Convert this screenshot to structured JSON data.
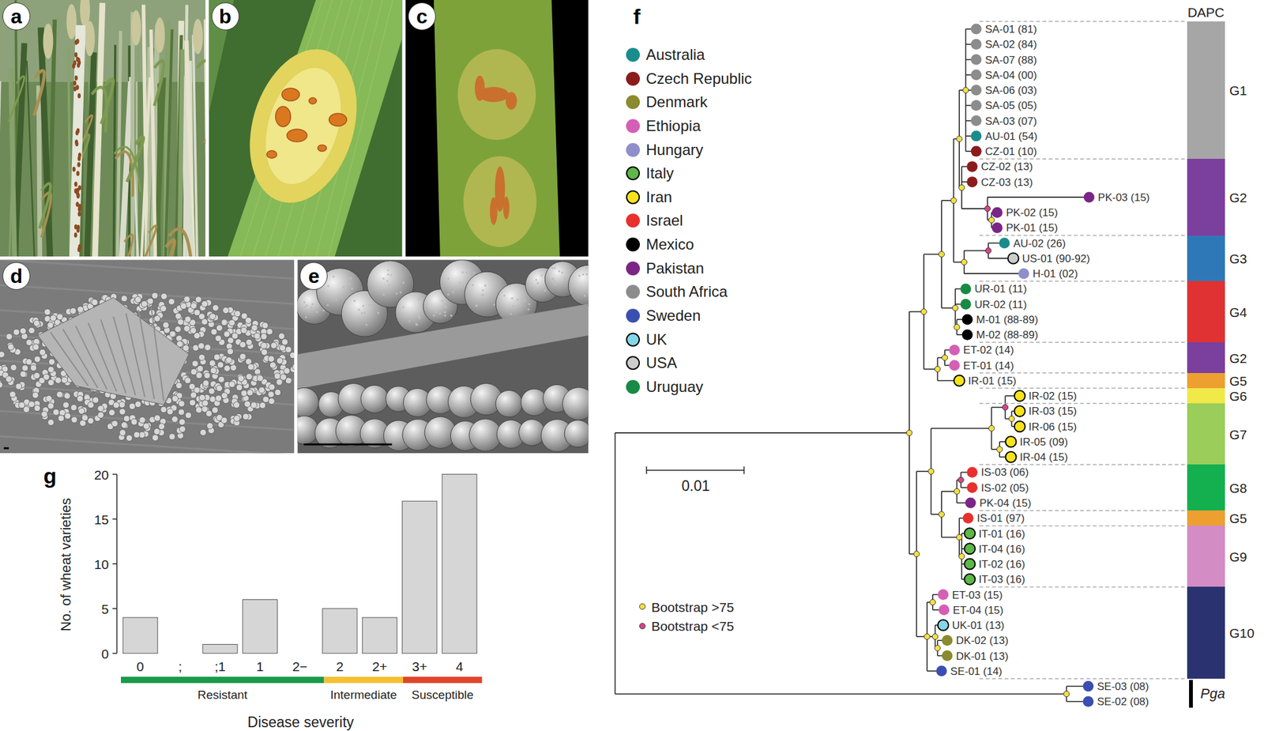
{
  "diagram": {
    "nodes": [
      {
        "text": [
          "a"
        ]
      },
      {
        "text": [
          "b"
        ]
      },
      {
        "text": [
          "c"
        ]
      },
      {
        "text": [
          "d"
        ]
      },
      {
        "text": [
          "e"
        ]
      },
      {
        "text": [
          "G1"
        ]
      },
      {
        "text": [
          "G2"
        ]
      },
      {
        "text": [
          "G3"
        ]
      },
      {
        "text": [
          "G4"
        ]
      },
      {
        "text": [
          "G2"
        ]
      },
      {
        "text": [
          "G5"
        ]
      },
      {
        "text": [
          "G6"
        ]
      },
      {
        "text": [
          "G7"
        ]
      },
      {
        "text": [
          "G8"
        ]
      },
      {
        "text": [
          "G5"
        ]
      },
      {
        "text": [
          "G9"
        ]
      },
      {
        "text": [
          "G10"
        ]
      },
      {
        "text": [
          "Pga"
        ]
      }
    ],
    "labels": [
      "f",
      "SA-01 (81)",
      "SA-02 (84)",
      "SA-07 (88)",
      "SA-04 (00)",
      "SA-06 (03)",
      "SA-05 (05)",
      "SA-03 (07)",
      "AU-01 (54)",
      "CZ-01 (10)",
      "CZ-02 (13)",
      "CZ-03 (13)",
      "PK-03 (15)",
      "PK-02 (15)",
      "PK-01 (15)",
      "AU-02 (26)",
      "US-01 (90-92)",
      "H-01 (02)",
      "UR-01 (11)",
      "UR-02 (11)",
      "M-01 (88-89)",
      "M-02 (88-89)",
      "ET-02 (14)",
      "ET-01 (14)",
      "IR-01 (15)",
      "IR-02 (15)",
      "IR-03 (15)",
      "IR-06 (15)",
      "IR-05 (09)",
      "IR-04 (15)",
      "IS-03 (06)",
      "IS-02 (05)",
      "PK-04 (15)",
      "IS-01 (97)",
      "IT-01 (16)",
      "IT-04 (16)",
      "IT-02 (16)",
      "IT-03 (16)",
      "ET-03 (15)",
      "ET-04 (15)",
      "UK-01 (13)",
      "DK-02 (13)",
      "DK-01 (13)",
      "SE-01 (14)",
      "SE-03 (08)",
      "SE-02 (08)",
      "DAPC",
      "0.01",
      "g",
      "20",
      "15",
      "10",
      "5",
      "0",
      "0",
      ";",
      ";1",
      "1",
      "2−",
      "2",
      "2+",
      "3+",
      "4",
      "Resistant",
      "Intermediate",
      "Susceptible",
      "Disease severity",
      "No. of wheat varieties"
    ],
    "legend": [
      {
        "text": "Australia",
        "color": "#1a8c8c"
      },
      {
        "text": "Czech Republic",
        "color": "#8b1c1c"
      },
      {
        "text": "Denmark",
        "color": "#8a8a2e"
      },
      {
        "text": "Ethiopia",
        "color": "#d45fb5"
      },
      {
        "text": "Hungary",
        "color": "#8f8fcc"
      },
      {
        "text": "Italy",
        "color": "#5cb848"
      },
      {
        "text": "Iran",
        "color": "#f7e31b"
      },
      {
        "text": "Israel",
        "color": "#e8302e"
      },
      {
        "text": "Mexico",
        "color": "#000000"
      },
      {
        "text": "Pakistan",
        "color": "#7b2586"
      },
      {
        "text": "South Africa",
        "color": "#8c8c8c"
      },
      {
        "text": "Sweden",
        "color": "#3b4fb0"
      },
      {
        "text": "UK",
        "color": "#86d6ea"
      },
      {
        "text": "USA",
        "color": "#cccccc"
      },
      {
        "text": "Uruguay",
        "color": "#178a45"
      },
      {
        "text": "Bootstrap >75",
        "color": "#f5e042"
      },
      {
        "text": "Bootstrap <75",
        "color": "#d4468c"
      }
    ]
  }
}
